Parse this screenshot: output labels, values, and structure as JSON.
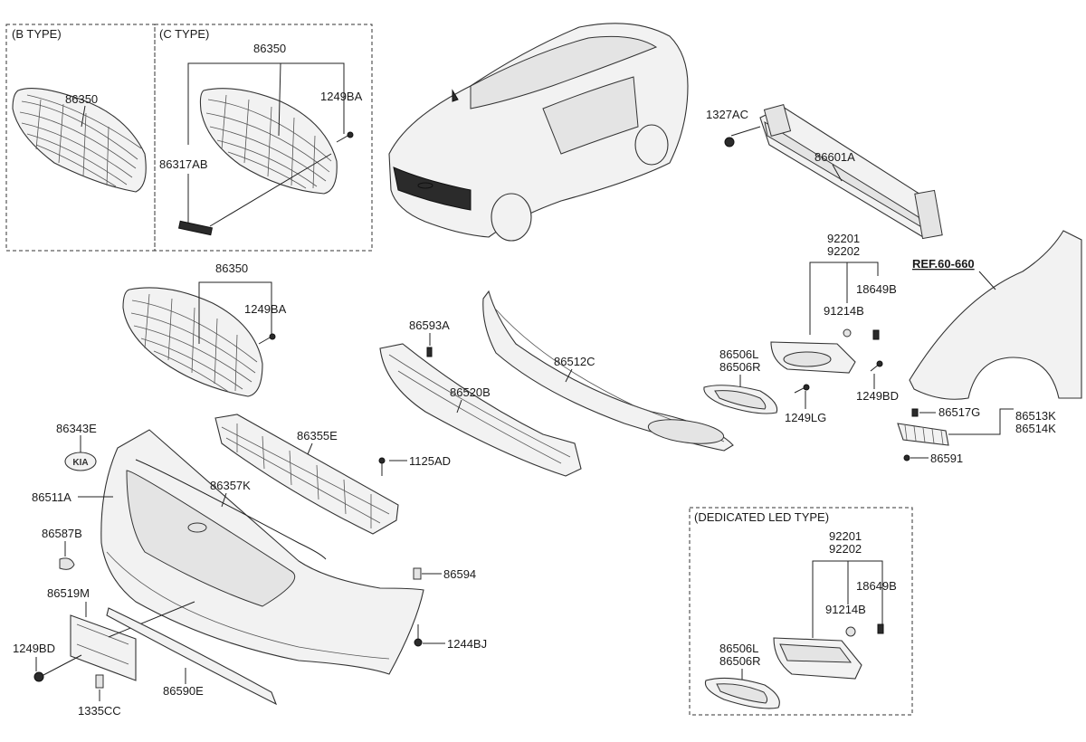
{
  "boxes": {
    "b_type": "(B TYPE)",
    "c_type": "(C TYPE)",
    "led_type": "(DEDICATED LED TYPE)"
  },
  "labels": {
    "p86350_b": "86350",
    "p86350_c": "86350",
    "p1249BA_c": "1249BA",
    "p86317AB": "86317AB",
    "p86350_main": "86350",
    "p1249BA_main": "1249BA",
    "p1327AC": "1327AC",
    "p86601A": "86601A",
    "p92201": "92201",
    "p92202": "92202",
    "p18649B": "18649B",
    "p91214B": "91214B",
    "p86506L": "86506L",
    "p86506R": "86506R",
    "p1249BD_r": "1249BD",
    "p1249LG": "1249LG",
    "ref": "REF.60-660",
    "p86517G": "86517G",
    "p86513K": "86513K",
    "p86514K": "86514K",
    "p86591": "86591",
    "p86593A": "86593A",
    "p86512C": "86512C",
    "p86520B": "86520B",
    "p86343E": "86343E",
    "p86355E": "86355E",
    "p1125AD": "1125AD",
    "p86357K": "86357K",
    "p86511A": "86511A",
    "p86587B": "86587B",
    "p86519M": "86519M",
    "p86594": "86594",
    "p1244BJ": "1244BJ",
    "p1249BD_l": "1249BD",
    "p1335CC": "1335CC",
    "p86590E": "86590E",
    "led_92201": "92201",
    "led_92202": "92202",
    "led_18649B": "18649B",
    "led_91214B": "91214B",
    "led_86506L": "86506L",
    "led_86506R": "86506R"
  },
  "logo_text": "KIA"
}
